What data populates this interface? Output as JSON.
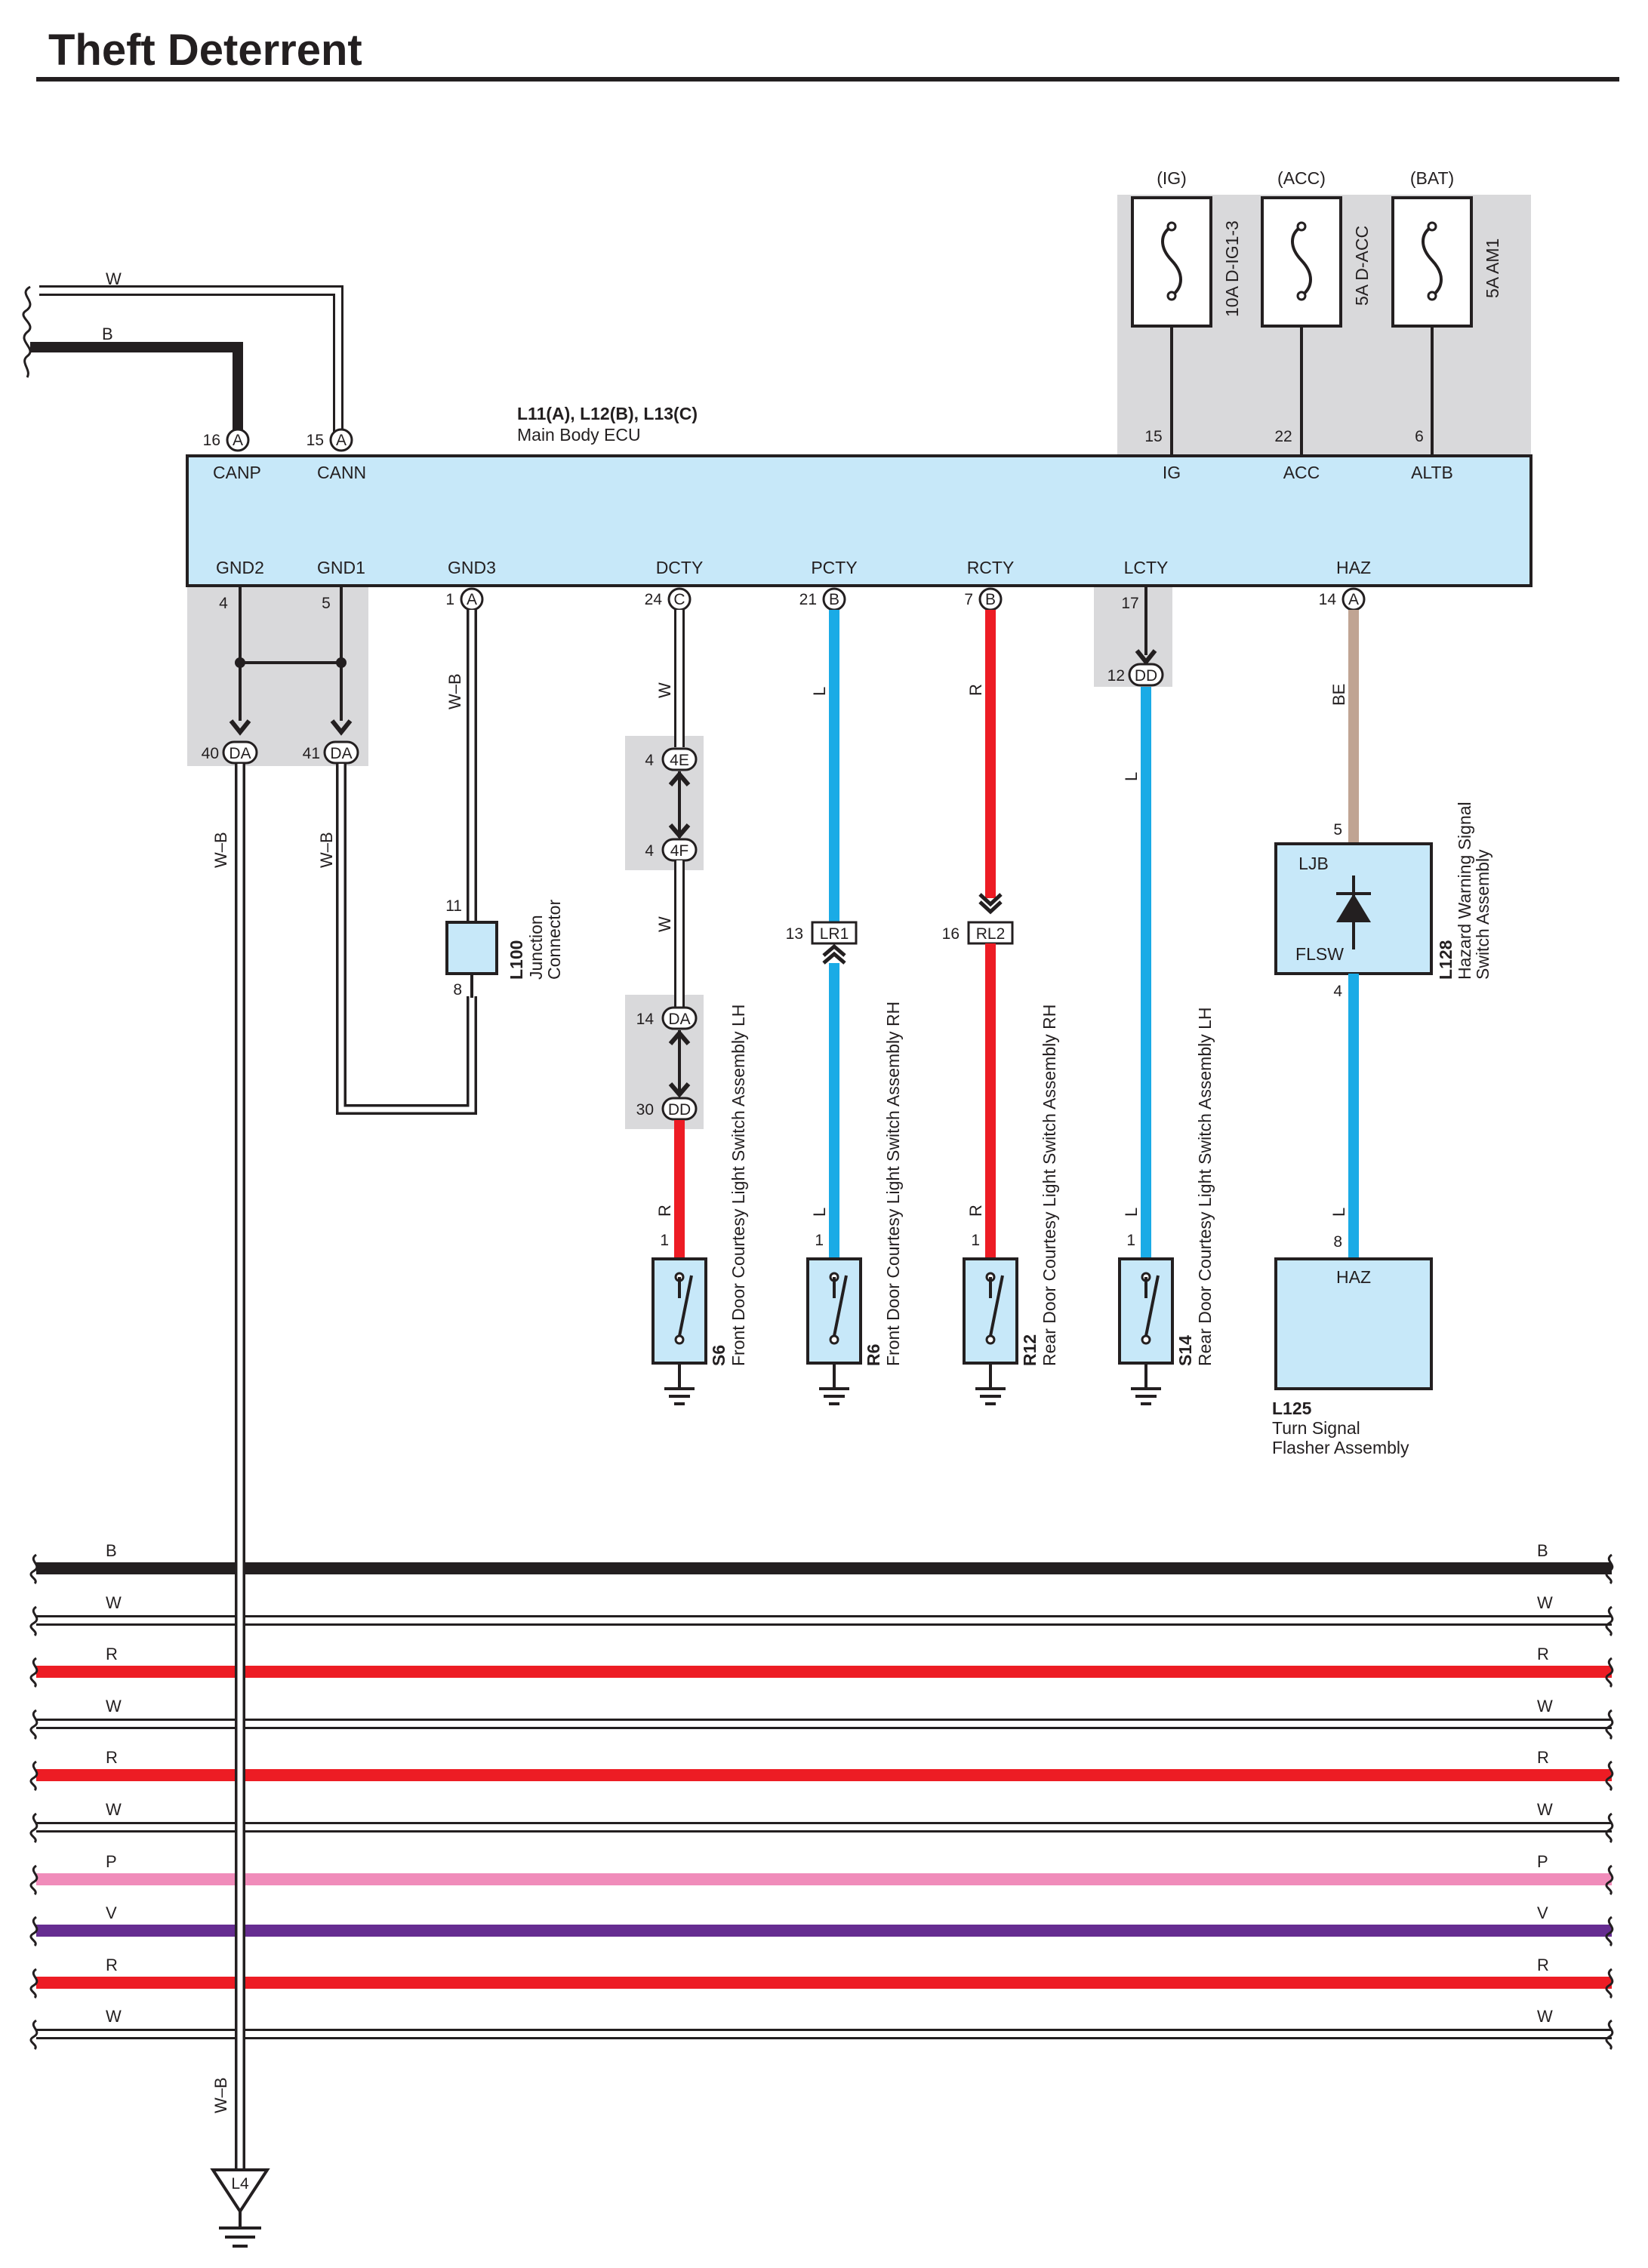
{
  "title": "Theft Deterrent",
  "main_ecu": {
    "code": "L11(A), L12(B), L13(C)",
    "name": "Main Body ECU",
    "top_pins": [
      {
        "pin": "16",
        "conn": "A",
        "term": "CANP"
      },
      {
        "pin": "15",
        "conn": "A",
        "term": "CANN"
      },
      {
        "pin": "15",
        "term": "IG"
      },
      {
        "pin": "22",
        "term": "ACC"
      },
      {
        "pin": "6",
        "term": "ALTB"
      }
    ],
    "bottom_pins": [
      {
        "pin": "4",
        "term": "GND2"
      },
      {
        "pin": "5",
        "term": "GND1"
      },
      {
        "pin": "1",
        "conn": "A",
        "term": "GND3"
      },
      {
        "pin": "24",
        "conn": "C",
        "term": "DCTY"
      },
      {
        "pin": "21",
        "conn": "B",
        "term": "PCTY"
      },
      {
        "pin": "7",
        "conn": "B",
        "term": "RCTY"
      },
      {
        "pin": "17",
        "term": "LCTY"
      },
      {
        "pin": "14",
        "conn": "A",
        "term": "HAZ"
      }
    ]
  },
  "fuses": [
    {
      "source": "(IG)",
      "label": "10A D-IG1-3"
    },
    {
      "source": "(ACC)",
      "label": "5A D-ACC"
    },
    {
      "source": "(BAT)",
      "label": "5A AM1"
    }
  ],
  "top_wires": {
    "w": "W",
    "b": "B"
  },
  "wire_colors": {
    "gnd": "W–B",
    "dcty": "W",
    "dcty2": "W",
    "dcty3": "R",
    "pcty": "L",
    "pcty2": "L",
    "rcty": "R",
    "rcty2": "R",
    "lcty": "L",
    "lcty2": "L",
    "haz": "BE",
    "haz2": "L",
    "gnd_bottom": "W–B"
  },
  "connectors": {
    "da40": {
      "pin": "40",
      "conn": "DA"
    },
    "da41": {
      "pin": "41",
      "conn": "DA"
    },
    "e4": {
      "pin": "4",
      "conn": "4E"
    },
    "f4": {
      "pin": "4",
      "conn": "4F"
    },
    "da14": {
      "pin": "14",
      "conn": "DA"
    },
    "dd30": {
      "pin": "30",
      "conn": "DD"
    },
    "dd12": {
      "pin": "12",
      "conn": "DD"
    },
    "lr1": {
      "pin": "13",
      "conn": "LR1"
    },
    "rl2": {
      "pin": "16",
      "conn": "RL2"
    }
  },
  "junction": {
    "code": "L100",
    "name": "Junction\nConnector",
    "pin_top": "11",
    "pin_bottom": "8"
  },
  "hazard_switch": {
    "code": "L128",
    "name": "Hazard Warning Signal\nSwitch Assembly",
    "pin_top": "5",
    "pin_bottom": "4",
    "t1": "LJB",
    "t2": "FLSW"
  },
  "flasher": {
    "code": "L125",
    "name": "Turn Signal\nFlasher Assembly",
    "pin": "8",
    "term": "HAZ"
  },
  "switches": [
    {
      "code": "S6",
      "name": "Front Door Courtesy Light Switch Assembly LH",
      "pin": "1"
    },
    {
      "code": "R6",
      "name": "Front Door Courtesy Light Switch Assembly RH",
      "pin": "1"
    },
    {
      "code": "R12",
      "name": "Rear Door Courtesy Light Switch Assembly RH",
      "pin": "1"
    },
    {
      "code": "S14",
      "name": "Rear Door Courtesy Light Switch Assembly LH",
      "pin": "1"
    }
  ],
  "ground": {
    "code": "L4"
  },
  "bus_wires": [
    {
      "label": "B",
      "color": "#231f20"
    },
    {
      "label": "W",
      "color": "#ffffff"
    },
    {
      "label": "R",
      "color": "#ed1c24"
    },
    {
      "label": "W",
      "color": "#ffffff"
    },
    {
      "label": "R",
      "color": "#ed1c24"
    },
    {
      "label": "W",
      "color": "#ffffff"
    },
    {
      "label": "P",
      "color": "#f08cba"
    },
    {
      "label": "V",
      "color": "#662d91"
    },
    {
      "label": "R",
      "color": "#ed1c24"
    },
    {
      "label": "W",
      "color": "#ffffff"
    }
  ],
  "colors": {
    "box_fill": "#c7e8f9",
    "shade": "#d9d9db",
    "blue": "#1aabe6",
    "red": "#ed1c24",
    "beige": "#c0a493",
    "black": "#231f20"
  }
}
